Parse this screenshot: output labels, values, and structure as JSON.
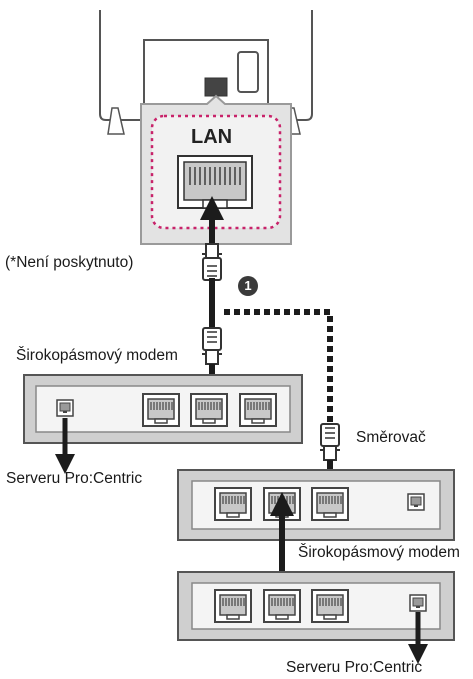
{
  "labels": {
    "lan": "LAN",
    "not_supplied": "(*Není poskytnuto)",
    "badge_number": "1",
    "modem_top": "Širokopásmový modem",
    "server_left": "Serveru Pro:Centric",
    "router": "Směrovač",
    "modem_bottom": "Širokopásmový modem",
    "server_bottom": "Serveru Pro:Centric"
  },
  "colors": {
    "device_border": "#555555",
    "device_fill": "#cfcfcf",
    "device_inner": "#f4f4f4",
    "tv_panel": "#e3e3e3",
    "lan_dash": "#c8236a",
    "cable": "#1c1c1c",
    "port_fill": "#c8c8c8"
  },
  "icons": [
    "tv-outline",
    "ethernet-port-icon",
    "lan-cable-plug-icon",
    "arrow-down-icon"
  ]
}
